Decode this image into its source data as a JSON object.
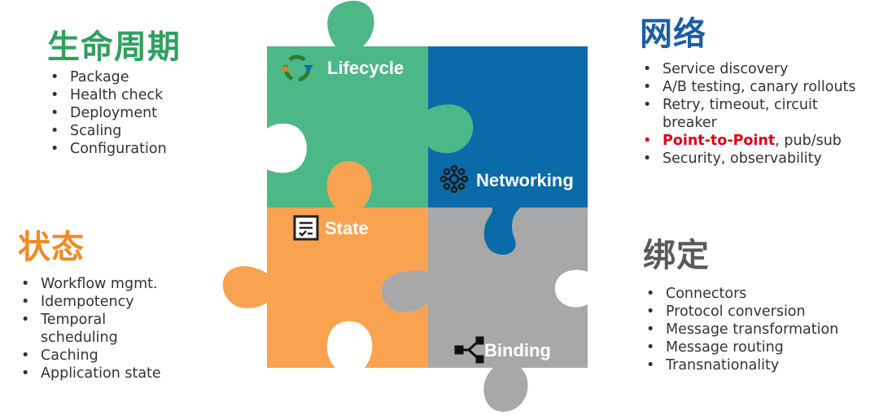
{
  "colors": {
    "lifecycle": "#4db887",
    "networking": "#0b6aa8",
    "state": "#f9a24f",
    "binding": "#a8a8a8",
    "heading_lifecycle": "#2fa05e",
    "heading_network": "#1a5ea6",
    "heading_state": "#f08a24",
    "heading_binding": "#595959",
    "emphasis": "#e60012"
  },
  "puzzle": {
    "lifecycle_label": "Lifecycle",
    "networking_label": "Networking",
    "state_label": "State",
    "binding_label": "Binding"
  },
  "sections": {
    "lifecycle": {
      "heading": "生命周期",
      "items": [
        "Package",
        "Health check",
        "Deployment",
        "Scaling",
        "Configuration"
      ]
    },
    "state": {
      "heading": "状态",
      "items": [
        "Workflow mgmt.",
        "Idempotency",
        "Temporal",
        "scheduling",
        "Caching",
        "Application state"
      ]
    },
    "network": {
      "heading": "网络",
      "items": [
        "Service discovery",
        "A/B testing, canary rollouts",
        "Retry, timeout, circuit",
        "breaker"
      ],
      "emph_item_red": "Point-to-Point",
      "emph_item_rest": ", pub/sub",
      "last_item": "Security, observability"
    },
    "binding": {
      "heading": "绑定",
      "items": [
        "Connectors",
        "Protocol conversion",
        "Message transformation",
        "Message routing",
        "Transnationality"
      ]
    }
  }
}
